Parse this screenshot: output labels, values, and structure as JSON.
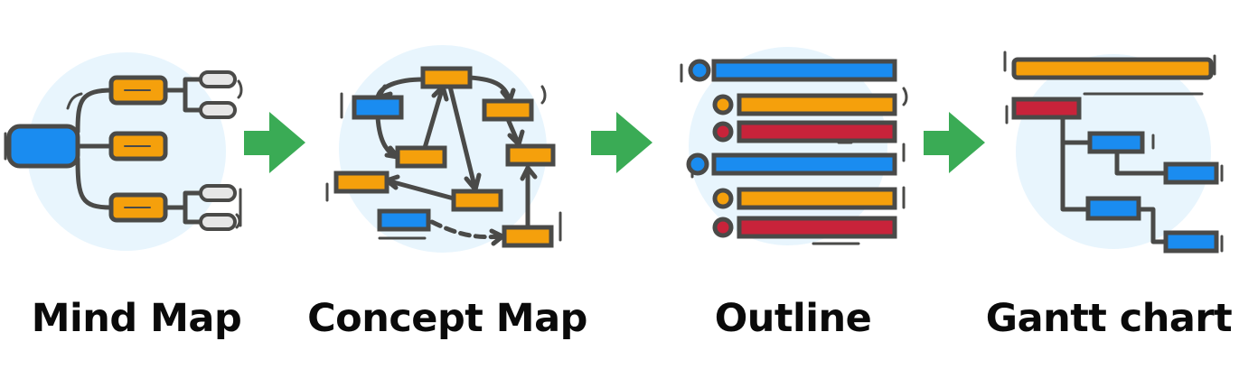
{
  "views": [
    {
      "id": "mind-map",
      "label": "Mind Map"
    },
    {
      "id": "concept-map",
      "label": "Concept Map"
    },
    {
      "id": "outline",
      "label": "Outline"
    },
    {
      "id": "gantt-chart",
      "label": "Gantt chart"
    }
  ],
  "arrow_icon": "right-arrow-icon",
  "colors": {
    "blue": "#1a8cf0",
    "orange": "#f5a00c",
    "red": "#c8233a",
    "gray_box": "#e6e6e6",
    "outline": "#4a4a48",
    "circle_bg": "#e8f5fd",
    "arrow_green": "#3aab55",
    "label_text": "#0a0a0a"
  }
}
